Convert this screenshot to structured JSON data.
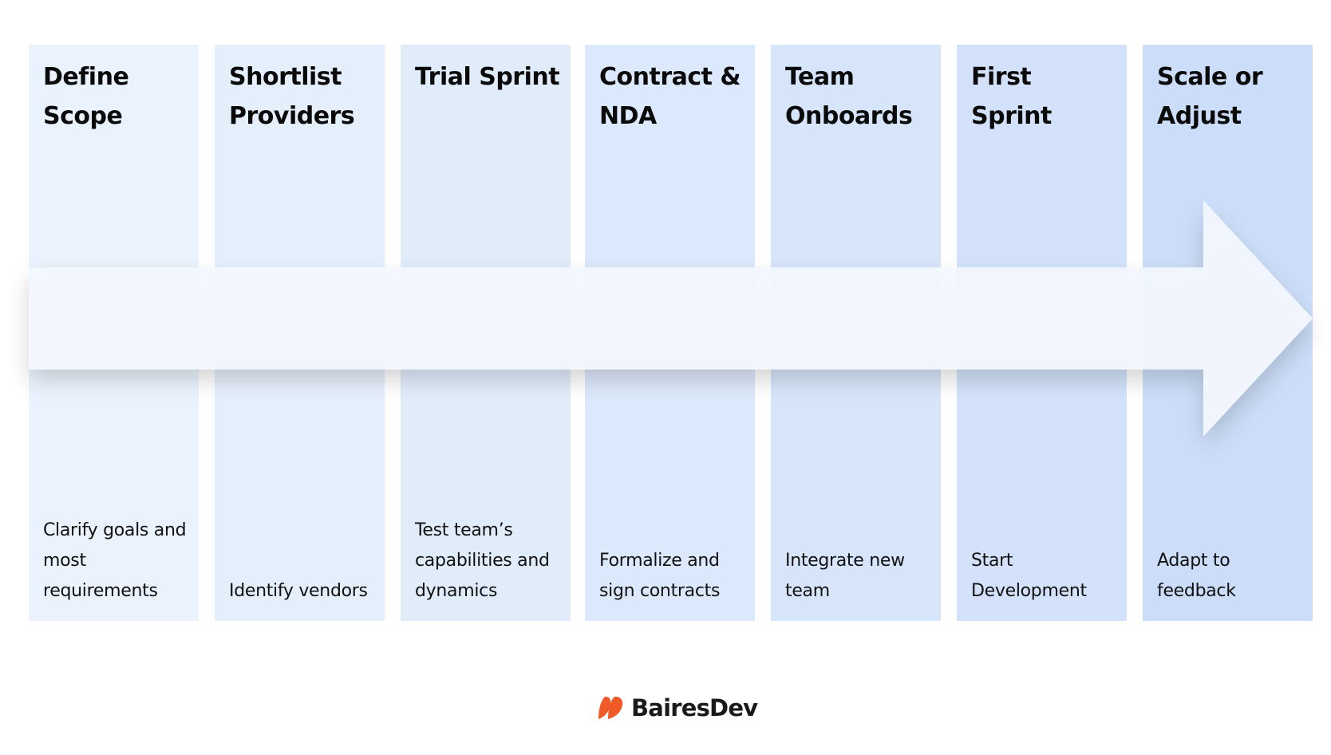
{
  "colors": {
    "step_fills": [
      "#eaf2fd",
      "#e5eefb",
      "#e1ecfb",
      "#dce8fb",
      "#d7e5fa",
      "#d3e2fa",
      "#cbddf8"
    ],
    "arrow_fill": "#f4f8fe",
    "logo_accent": "#f05a28",
    "text": "#0a0a0a"
  },
  "steps": [
    {
      "title": "Define Scope",
      "description": "Clarify goals and most requirements"
    },
    {
      "title": "Shortlist Providers",
      "description": "Identify vendors"
    },
    {
      "title": "Trial Sprint",
      "description": "Test team’s capabilities and dynamics"
    },
    {
      "title": "Contract & NDA",
      "description": "Formalize and sign contracts"
    },
    {
      "title": "Team Onboards",
      "description": "Integrate new team"
    },
    {
      "title": "First Sprint",
      "description": "Start Development"
    },
    {
      "title": "Scale or Adjust",
      "description": "Adapt to feedback"
    }
  ],
  "arrow": {
    "icon": "right-arrow-icon"
  },
  "logo": {
    "text": "BairesDev",
    "icon": "bairesdev-logo-icon"
  }
}
